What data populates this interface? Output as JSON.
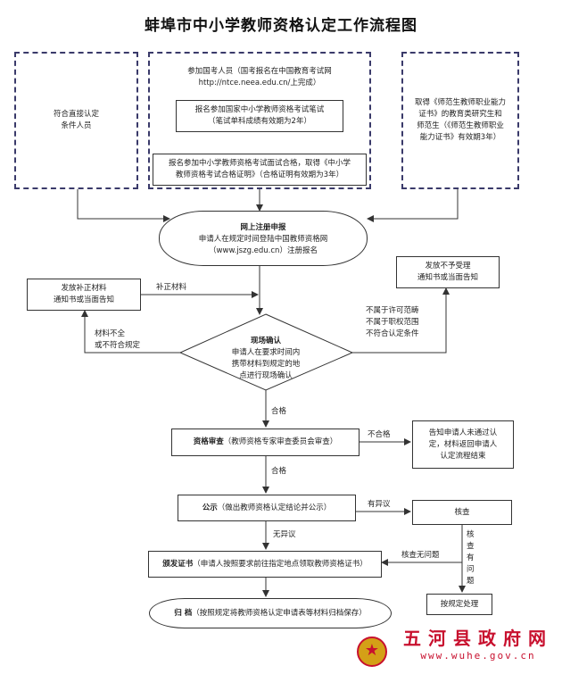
{
  "title": "蚌埠市中小学教师资格认定工作流程图",
  "top": {
    "left_box": "符合直接认定\n条件人员",
    "middle": {
      "intro": "参加国考人员（国考报名在中国教育考试网\nhttp://ntce.neea.edu.cn/上完成）",
      "written": "报名参加国家中小学教师资格考试笔试\n（笔试单科成绩有效期为2年）",
      "interview": "报名参加中小学教师资格考试面试合格，取得《中小学\n教师资格考试合格证明》（合格证明有效期为3年）"
    },
    "right_box": "取得《师范生教师职业能力\n证书》的教育类研究生和\n师范生（《师范生教师职业\n能力证书》有效期3年）"
  },
  "online": {
    "title": "网上注册申报",
    "desc": "申请人在规定时间登陆中国教师资格网\n（www.jszg.edu.cn）注册报名"
  },
  "supplement_box": "发放补正材料\n通知书或当面告知",
  "supplement_label": "补正材料",
  "incomplete_label": "材料不全\n或不符合规定",
  "reject_box": "发放不予受理\n通知书或当面告知",
  "reject_label": "不属于许可范畴\n不属于职权范围\n不符合认定条件",
  "onsite": {
    "title": "现场确认",
    "desc": "申请人在要求时间内\n携带材料到规定的地\n点进行现场确认"
  },
  "pass1": "合格",
  "review": {
    "title": "资格审查",
    "desc": "（教师资格专家审查委员会审查）"
  },
  "fail_label": "不合格",
  "fail_box": "告知申请人未通过认\n定，材料返回申请人\n认定流程结束",
  "pass2": "合格",
  "publicity": {
    "title": "公示",
    "desc": "（做出教师资格认定结论并公示）"
  },
  "objection_label": "有异议",
  "verify_box": "核查",
  "no_objection_label": "无异议",
  "issue": {
    "title": "颁发证书",
    "desc": "（申请人按照要求前往指定地点领取教师资格证书）"
  },
  "verify_ok_label": "核查无问题",
  "verify_problem_label": "核\n查\n有\n问\n题",
  "handle_box": "按规定处理",
  "archive": {
    "title": "归  档",
    "desc": "（按照规定将教师资格认定申请表等材料归档保存）"
  },
  "watermark": {
    "name": "五河县政府网",
    "url": "www.wuhe.gov.cn"
  }
}
